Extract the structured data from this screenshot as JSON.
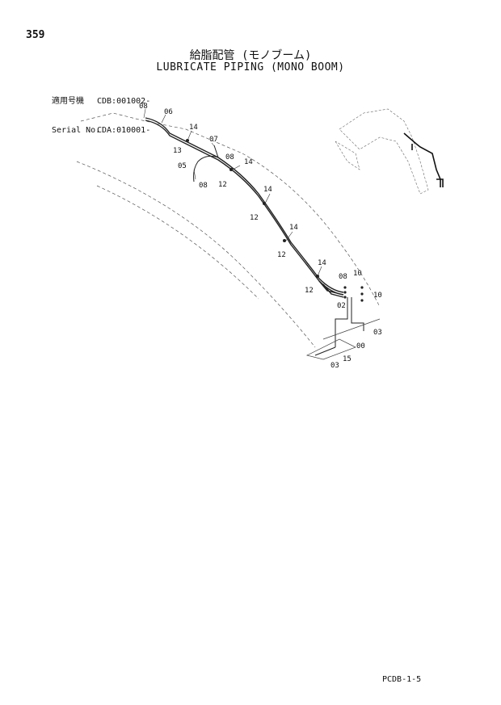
{
  "page_number": "359",
  "title_jp": "給脂配管 (モノブーム)",
  "title_en": "LUBRICATE PIPING (MONO BOOM)",
  "applicability": {
    "row1_label": "適用号機",
    "row1_value": "CDB:001002-",
    "row2_label": "Serial No.",
    "row2_value": "CDA:010001-"
  },
  "callouts": {
    "c08a": "08",
    "c06": "06",
    "c14a": "14",
    "c13": "13",
    "c07": "07",
    "c08b": "08",
    "c05": "05",
    "c08c": "08",
    "c12a": "12",
    "c14b": "14",
    "c14c": "14",
    "c12b": "12",
    "c14d": "14",
    "c12c": "12",
    "c14e": "14",
    "c12d": "12",
    "c08d": "08",
    "c10a": "10",
    "c10b": "10",
    "c02": "02",
    "c03a": "03",
    "c00": "00",
    "c15": "15",
    "c03b": "03"
  },
  "footer_code": "PCDB-1-5"
}
